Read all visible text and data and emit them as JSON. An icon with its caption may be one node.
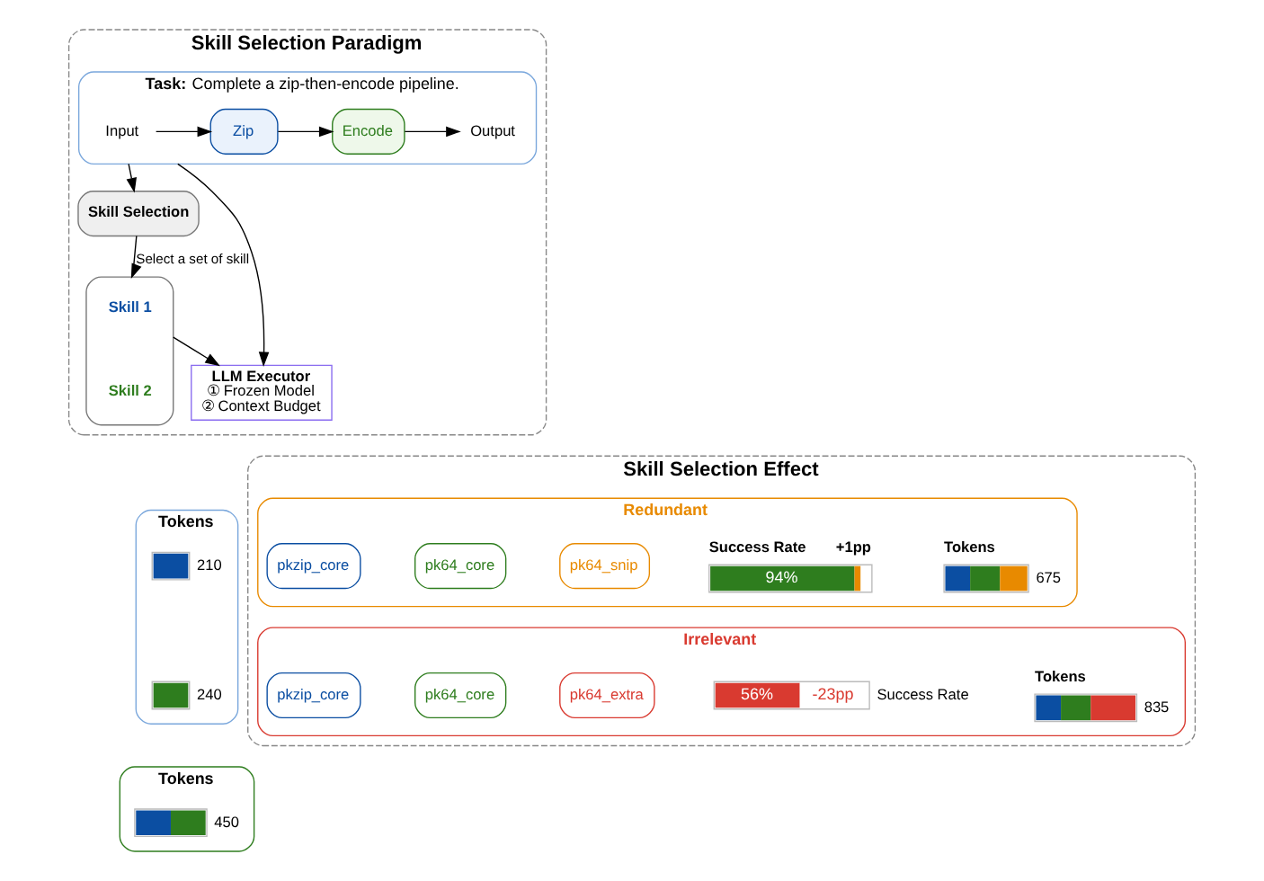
{
  "diagram": {
    "nodes": [
      {
        "text": [
          "Skill Selection Paradigm"
        ]
      },
      {
        "text": [
          "**Task:** Complete a zip-then-encode pipeline."
        ],
        "in": 0
      },
      {
        "text": [
          "Input"
        ],
        "in": 1
      },
      {
        "text": [
          "Zip"
        ],
        "in": 1
      },
      {
        "text": [
          "Encode"
        ],
        "in": 1
      },
      {
        "text": [
          "Output"
        ],
        "in": 1
      },
      {
        "text": [
          "Skill Selection"
        ],
        "in": 0
      },
      {
        "text": [],
        "shape": "box",
        "in": 0
      },
      {
        "text": [
          "Skill 1"
        ],
        "in": 7
      },
      {
        "text": [
          "Skill 2"
        ],
        "in": 7
      },
      {
        "text": [
          "LLM Executor",
          "① Frozen Model",
          "② Context Budget"
        ],
        "in": 0
      },
      {
        "text": [
          "Tokens"
        ]
      },
      {
        "text": [],
        "shape": "bar",
        "in": 11,
        "beside": [
          "210"
        ]
      },
      {
        "text": [],
        "shape": "bar",
        "in": 11,
        "beside": [
          "240"
        ]
      },
      {
        "text": [
          "Tokens"
        ]
      },
      {
        "text": [],
        "shape": "bar",
        "in": 14,
        "beside": [
          "450"
        ]
      },
      {
        "text": [
          "Skill Selection Effect"
        ]
      },
      {
        "text": [
          "Redundant"
        ],
        "in": 16
      },
      {
        "text": [
          "pkzip_core"
        ],
        "in": 17
      },
      {
        "text": [
          "pk64_core"
        ],
        "in": 17
      },
      {
        "text": [
          "pk64_snip"
        ],
        "in": 17
      },
      {
        "text": [
          "94%"
        ],
        "in": 17,
        "beside": [
          "Success Rate",
          "+1pp"
        ]
      },
      {
        "text": [],
        "shape": "bar",
        "in": 17,
        "beside": [
          "Tokens",
          "675"
        ]
      },
      {
        "text": [
          "Irrelevant"
        ],
        "in": 16
      },
      {
        "text": [
          "pkzip_core"
        ],
        "in": 23
      },
      {
        "text": [
          "pk64_core"
        ],
        "in": 23
      },
      {
        "text": [
          "pk64_extra"
        ],
        "in": 23
      },
      {
        "text": [
          "56%",
          "-23pp"
        ],
        "in": 23,
        "beside": [
          "Success Rate"
        ]
      },
      {
        "text": [],
        "shape": "bar",
        "in": 23,
        "beside": [
          "Tokens",
          "835"
        ]
      }
    ],
    "edges": [
      {
        "from": 2,
        "to": 3,
        "arrow": "to"
      },
      {
        "from": 3,
        "to": 4,
        "arrow": "to"
      },
      {
        "from": 4,
        "to": 5,
        "arrow": "to"
      },
      {
        "from": 1,
        "to": 6,
        "arrow": "to"
      },
      {
        "from": 6,
        "to": 7,
        "arrow": "to",
        "label": "Select a set of skill"
      },
      {
        "from": 7,
        "to": 10,
        "arrow": "to"
      },
      {
        "from": 1,
        "to": 10,
        "arrow": "to"
      }
    ]
  }
}
